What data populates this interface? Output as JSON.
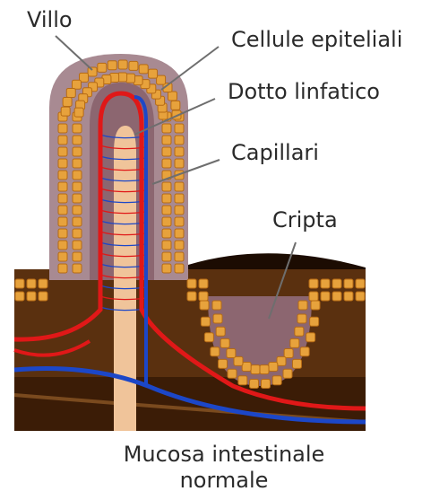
{
  "labels": {
    "villo": "Villo",
    "cellule_epiteliali": "Cellule epiteliali",
    "dotto_linfatico": "Dotto linfatico",
    "capillari": "Capillari",
    "cripta": "Cripta"
  },
  "caption": {
    "line1": "Mucosa intestinale",
    "line2": "normale"
  },
  "colors": {
    "tissue": "#5a300f",
    "tissue_dark": "#3b1c06",
    "villus_outer": "#a88a92",
    "villus_inner": "#8c6670",
    "cell": "#e7a23c",
    "cell_nucleus": "#b56a14",
    "artery": "#e01818",
    "vein": "#1c47c8",
    "lymph": "#f0c49a",
    "leader": "#6e6e6e"
  }
}
